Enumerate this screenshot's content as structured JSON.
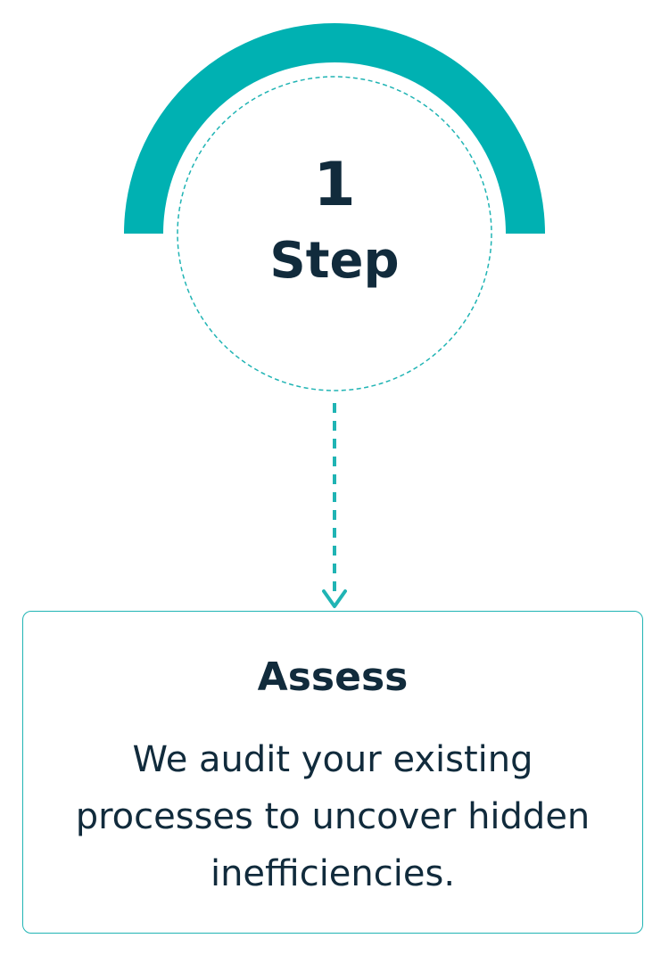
{
  "step": {
    "number": "1",
    "label": "Step"
  },
  "card": {
    "title": "Assess",
    "description": "We audit your existing processes to uncover hidden inefficiencies."
  },
  "colors": {
    "accent": "#00b1b2",
    "text": "#112b3c",
    "background": "#ffffff"
  }
}
